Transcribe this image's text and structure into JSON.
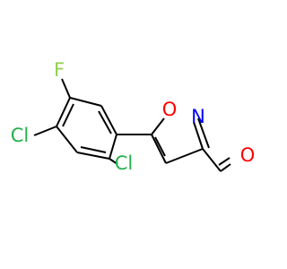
{
  "diagram": {
    "type": "chemical-structure",
    "atoms": {
      "fluorine": "F",
      "chlorine_top": "Cl",
      "chlorine_bottom": "Cl",
      "oxygen_ring": "O",
      "nitrogen": "N",
      "oxygen_aldehyde": "O"
    }
  },
  "colors": {
    "bond": "#000000",
    "carbon": "#000000",
    "fluorine": "#8fd14f",
    "chlorine": "#22b14c",
    "oxygen": "#ff0000",
    "nitrogen": "#0000ff",
    "background": "#ffffff"
  }
}
